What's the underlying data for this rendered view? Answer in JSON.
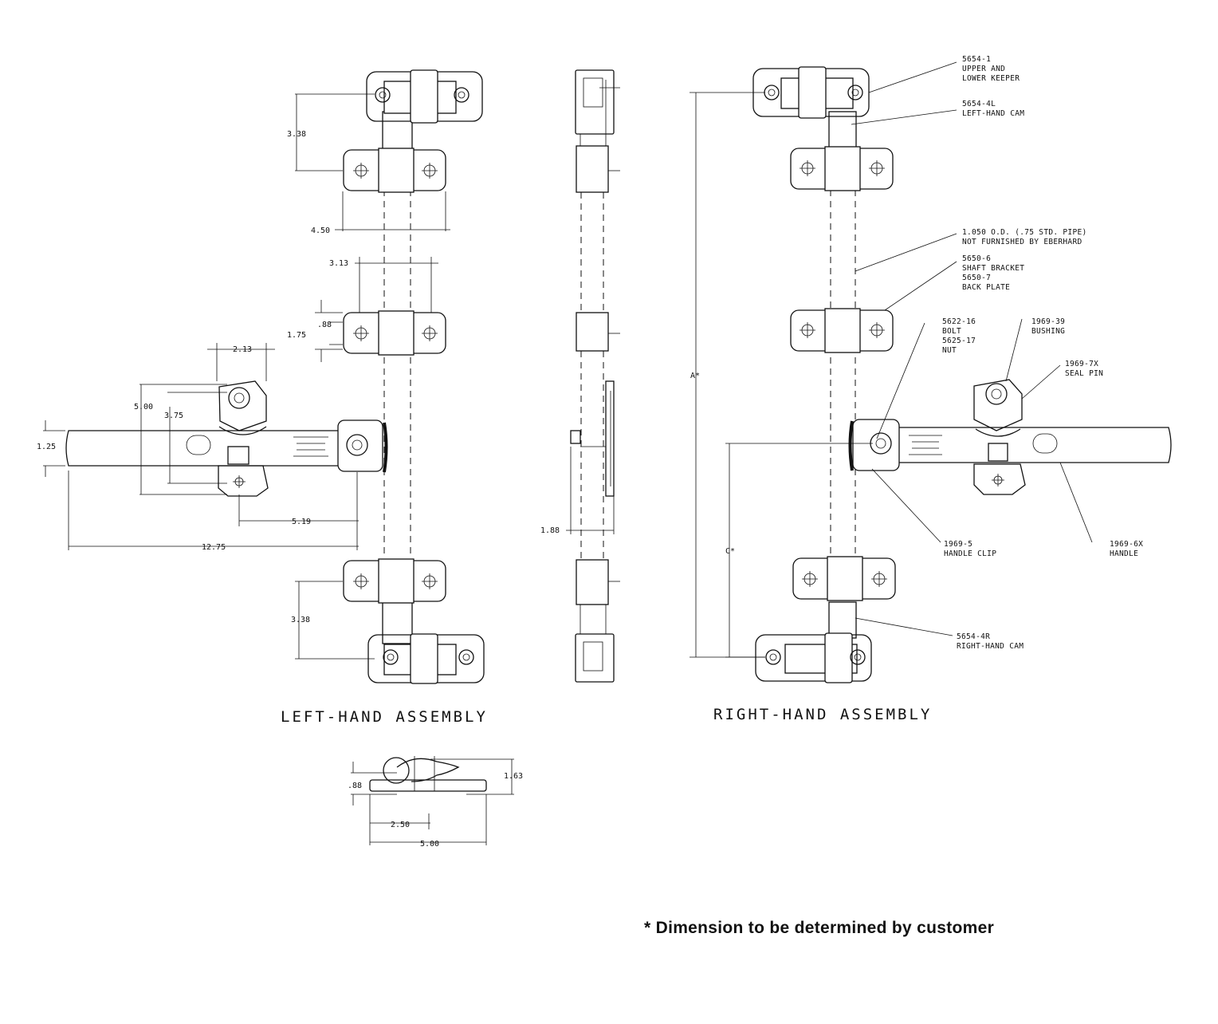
{
  "titles": {
    "left": "LEFT-HAND ASSEMBLY",
    "right": "RIGHT-HAND ASSEMBLY"
  },
  "footnote": "* Dimension to be determined by customer",
  "dimensions": {
    "d338_top": "3.38",
    "d450": "4.50",
    "d313": "3.13",
    "d175": "1.75",
    "d088": ".88",
    "d213": "2.13",
    "d500": "5.00",
    "d375": "3.75",
    "d125": "1.25",
    "d519": "5.19",
    "d1275": "12.75",
    "d338_bottom": "3.38",
    "d188": "1.88",
    "d163": "1.63",
    "d088_b": ".88",
    "d250": "2.50",
    "d500_b": "5.00",
    "dimA": "A*",
    "dimC": "C*"
  },
  "parts": {
    "keeper": [
      "5654-1",
      "UPPER AND",
      "LOWER KEEPER"
    ],
    "lh_cam": [
      "5654-4L",
      "LEFT-HAND CAM"
    ],
    "pipe": [
      "1.050 O.D. (.75 STD. PIPE)",
      "NOT FURNISHED BY EBERHARD"
    ],
    "bracket": [
      "5650-6",
      "SHAFT BRACKET",
      "5650-7",
      "BACK PLATE"
    ],
    "bolt": [
      "5622-16",
      "BOLT",
      "5625-17",
      "NUT"
    ],
    "bushing": [
      "1969-39",
      "BUSHING"
    ],
    "seal_pin": [
      "1969-7X",
      "SEAL PIN"
    ],
    "handle_clip": [
      "1969-5",
      "HANDLE CLIP"
    ],
    "handle": [
      "1969-6X",
      "HANDLE"
    ],
    "rh_cam": [
      "5654-4R",
      "RIGHT-HAND CAM"
    ]
  }
}
